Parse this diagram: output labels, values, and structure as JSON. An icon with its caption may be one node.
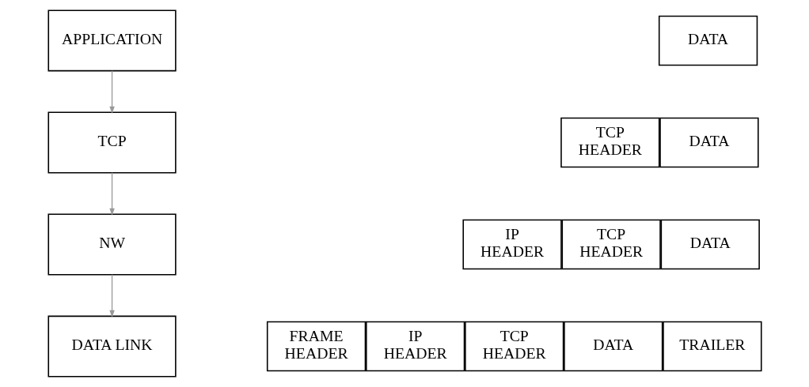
{
  "diagram": {
    "nodes": [
      {
        "text": [
          "APPLICATION"
        ]
      },
      {
        "text": [
          "TCP"
        ]
      },
      {
        "text": [
          "NW"
        ]
      },
      {
        "text": [
          "DATA LINK"
        ]
      },
      {
        "text": [
          "DATA"
        ]
      },
      {
        "text": [
          "TCP HEADER"
        ]
      },
      {
        "text": [
          "DATA"
        ]
      },
      {
        "text": [
          "IP HEADER"
        ]
      },
      {
        "text": [
          "TCP HEADER"
        ]
      },
      {
        "text": [
          "DATA"
        ]
      },
      {
        "text": [
          "FRAME HEADER"
        ]
      },
      {
        "text": [
          "IP HEADER"
        ]
      },
      {
        "text": [
          "TCP HEADER"
        ]
      },
      {
        "text": [
          "DATA"
        ]
      },
      {
        "text": [
          "TRAILER"
        ]
      }
    ],
    "edges": [
      {
        "from": 0,
        "to": 1,
        "arrow": "to"
      },
      {
        "from": 1,
        "to": 2,
        "arrow": "to"
      },
      {
        "from": 2,
        "to": 3,
        "arrow": "to"
      }
    ]
  }
}
